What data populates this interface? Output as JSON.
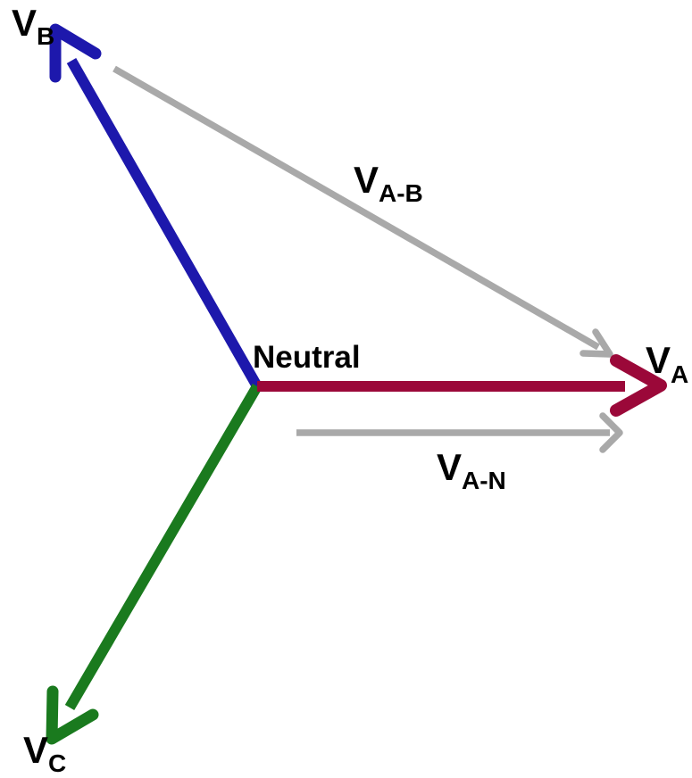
{
  "colors": {
    "phase_a": "#9b0839",
    "phase_b": "#1d18ac",
    "phase_c": "#1a7a1e",
    "derived": "#a9a9a9",
    "text": "#000000",
    "background": "#ffffff"
  },
  "labels": {
    "neutral": "Neutral",
    "va": {
      "main": "V",
      "sub": "A"
    },
    "vb": {
      "main": "V",
      "sub": "B"
    },
    "vc": {
      "main": "V",
      "sub": "C"
    },
    "vab": {
      "main": "V",
      "sub": "A-B"
    },
    "van": {
      "main": "V",
      "sub": "A-N"
    }
  },
  "vectors": [
    {
      "name": "V_A",
      "color": "#9b0839",
      "description": "Phase A phasor from Neutral point, pointing right (0 deg)"
    },
    {
      "name": "V_B",
      "color": "#1d18ac",
      "description": "Phase B phasor from Neutral point, pointing up-left (120 deg)"
    },
    {
      "name": "V_C",
      "color": "#1a7a1e",
      "description": "Phase C phasor from Neutral point, pointing down-left (240 deg)"
    },
    {
      "name": "V_A-B",
      "color": "#a9a9a9",
      "description": "Line-to-line phasor drawn from tip of V_B to tip of V_A"
    },
    {
      "name": "V_A-N",
      "color": "#a9a9a9",
      "description": "Line-to-neutral phasor drawn parallel to V_A"
    }
  ],
  "origin_label": "Neutral"
}
